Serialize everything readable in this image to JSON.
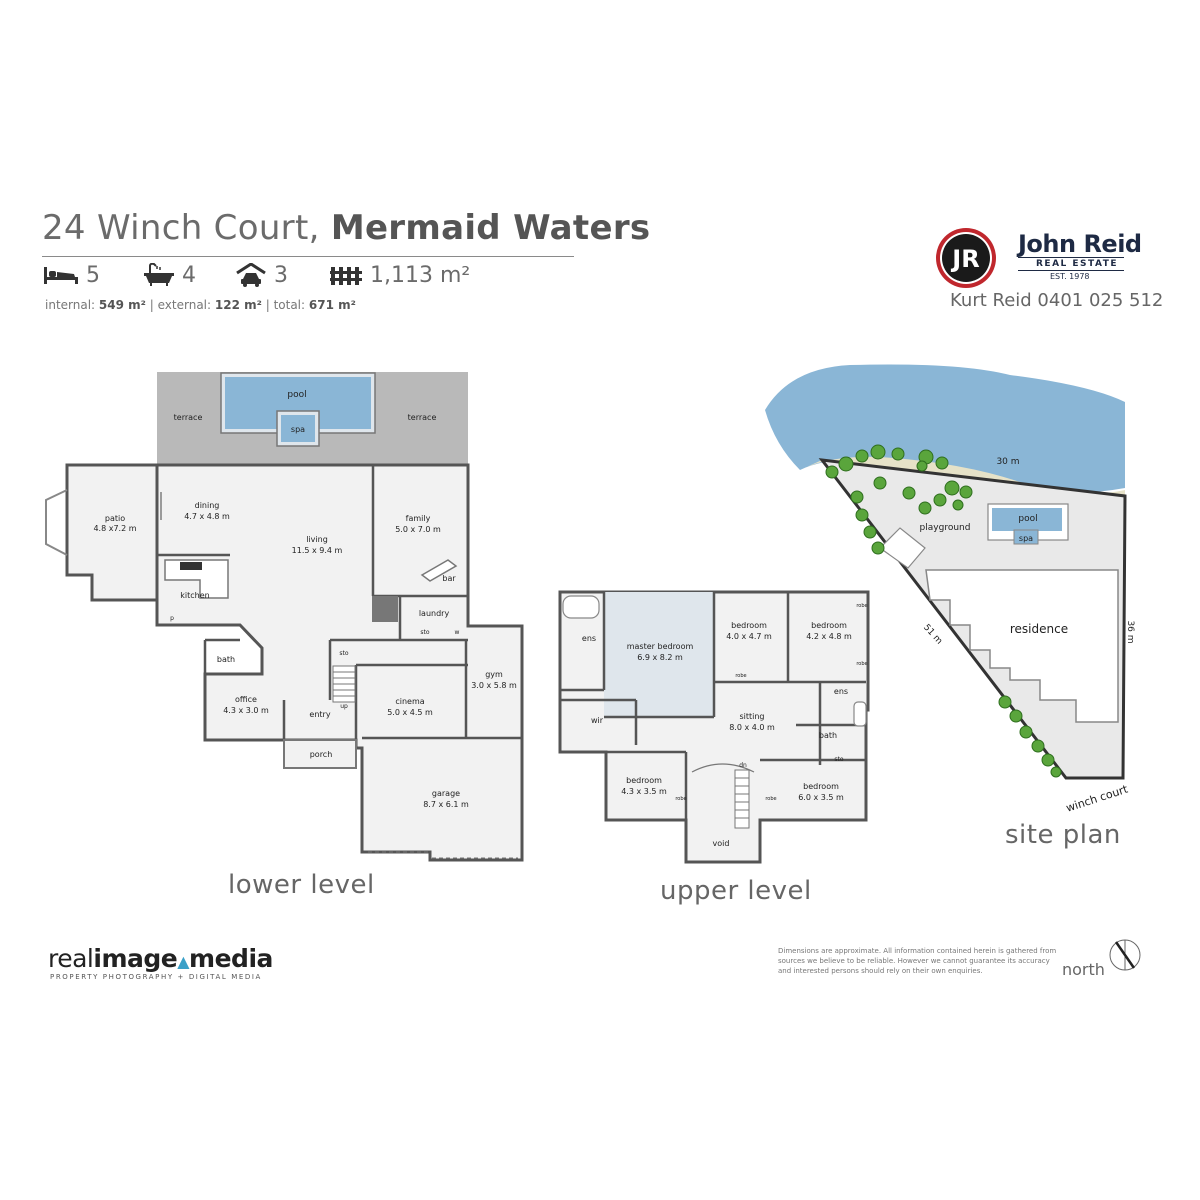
{
  "header": {
    "street": "24 Winch Court,",
    "suburb": "Mermaid Waters",
    "beds": "5",
    "baths": "4",
    "cars": "3",
    "land": "1,113 m²",
    "internal_label": "internal:",
    "internal_value": "549 m²",
    "external_label": "external:",
    "external_value": "122 m²",
    "total_label": "total:",
    "total_value": "671 m²",
    "separator": "|"
  },
  "brand": {
    "monogram": "JR",
    "name": "John Reid",
    "sub": "REAL ESTATE",
    "est": "EST. 1978",
    "agent": "Kurt Reid 0401 025 512",
    "accent_color": "#c0272d",
    "navy_color": "#1e2a44"
  },
  "lower_level": {
    "caption": "lower level",
    "rooms": {
      "pool": "pool",
      "spa": "spa",
      "terrace_left": "terrace",
      "terrace_right": "terrace",
      "patio_name": "patio",
      "patio_dim": "4.8 x7.2 m",
      "dining_name": "dining",
      "dining_dim": "4.7 x 4.8 m",
      "living_name": "living",
      "living_dim": "11.5 x 9.4 m",
      "family_name": "family",
      "family_dim": "5.0 x 7.0 m",
      "bar": "bar",
      "kitchen": "kitchen",
      "p": "p",
      "laundry": "laundry",
      "sto1": "sto",
      "w": "w",
      "sto2": "sto",
      "bath": "bath",
      "office_name": "office",
      "office_dim": "4.3 x 3.0 m",
      "entry": "entry",
      "up": "up",
      "cinema_name": "cinema",
      "cinema_dim": "5.0 x 4.5 m",
      "gym_name": "gym",
      "gym_dim": "3.0 x 5.8 m",
      "porch": "porch",
      "garage_name": "garage",
      "garage_dim": "8.7 x 6.1 m"
    }
  },
  "upper_level": {
    "caption": "upper level",
    "rooms": {
      "ens1": "ens",
      "master_name": "master bedroom",
      "master_dim": "6.9 x 8.2 m",
      "bed2_name": "bedroom",
      "bed2_dim": "4.0 x 4.7 m",
      "bed3_name": "bedroom",
      "bed3_dim": "4.2 x 4.8 m",
      "robe1": "robe",
      "robe2": "robe",
      "robe3": "robe",
      "robe4": "robe",
      "robe5": "robe",
      "ens2": "ens",
      "wir": "wir",
      "sitting_name": "sitting",
      "sitting_dim": "8.0 x 4.0 m",
      "bath": "bath",
      "sto": "sto",
      "bed4_name": "bedroom",
      "bed4_dim": "4.3 x 3.5 m",
      "bed5_name": "bedroom",
      "bed5_dim": "6.0 x 3.5 m",
      "dn": "dn",
      "void": "void"
    }
  },
  "site_plan": {
    "caption": "site plan",
    "dim_top": "30 m",
    "dim_left": "51 m",
    "dim_right": "36 m",
    "street": "winch court",
    "playground": "playground",
    "pool": "pool",
    "spa": "spa",
    "residence": "residence"
  },
  "footer": {
    "logo_a": "real",
    "logo_b": "image",
    "logo_c": "media",
    "tagline": "PROPERTY PHOTOGRAPHY + DIGITAL MEDIA",
    "disclaimer": "Dimensions are approximate. All information contained herein is gathered from sources we believe to be reliable. However we cannot guarantee its accuracy and interested persons should rely on their own enquiries.",
    "north": "north"
  }
}
